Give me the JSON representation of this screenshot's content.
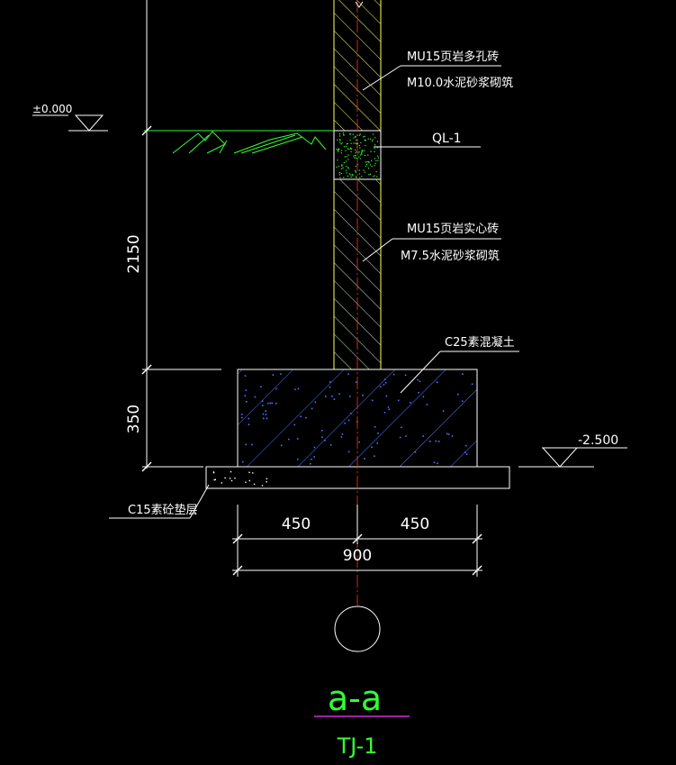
{
  "colors": {
    "background": "#000000",
    "white": "#ffffff",
    "yellow": "#ffff66",
    "green": "#33ff33",
    "blue": "#4477ff",
    "red": "#ff3333",
    "magenta": "#ff33ff"
  },
  "labels": {
    "upper_wall_material": "MU15页岩多孔砖",
    "upper_wall_mortar": "M10.0水泥砂浆砌筑",
    "ground_elevation": "±0.000",
    "ring_beam": "QL-1",
    "lower_wall_material": "MU15页岩实心砖",
    "lower_wall_mortar": "M7.5水泥砂浆砌筑",
    "footing_concrete": "C25素混凝土",
    "base_elevation": "-2.500",
    "cushion": "C15素砼垫层"
  },
  "dimensions": {
    "wall_height": "2150",
    "footing_height": "350",
    "left_half": "450",
    "right_half": "450",
    "total_width": "900"
  },
  "section": {
    "mark": "a-a",
    "name": "TJ-1"
  }
}
